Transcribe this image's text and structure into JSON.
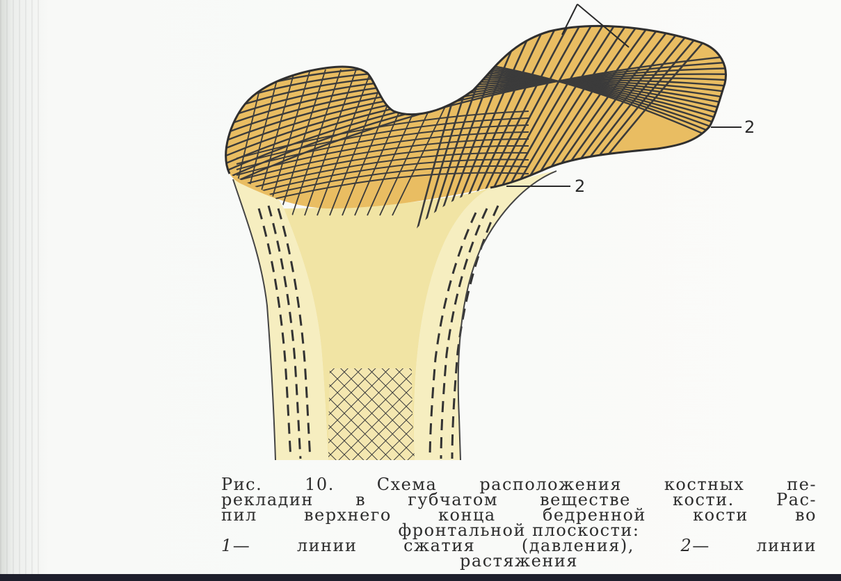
{
  "diagram": {
    "labels": {
      "label_2_head": "2",
      "label_2_neck": "2"
    }
  },
  "caption": {
    "line1": "Рис. 10. Схема расположения костных пе-",
    "line2": "рекладин в губчатом веществе кости. Рас-",
    "line3": "пил верхнего конца бедренной кости во",
    "line4": "фронтальной плоскости:",
    "legend_num_1": "1",
    "legend_text_1": "— линии сжатия (давления),",
    "legend_num_2": "2",
    "legend_text_2": "— линии",
    "line6": "растяжения"
  },
  "colors": {
    "trabecular": "#e9bd62",
    "cortex": "#f6eec0",
    "marrow": "#f1e4a4",
    "lines": "#3b3b3b"
  }
}
